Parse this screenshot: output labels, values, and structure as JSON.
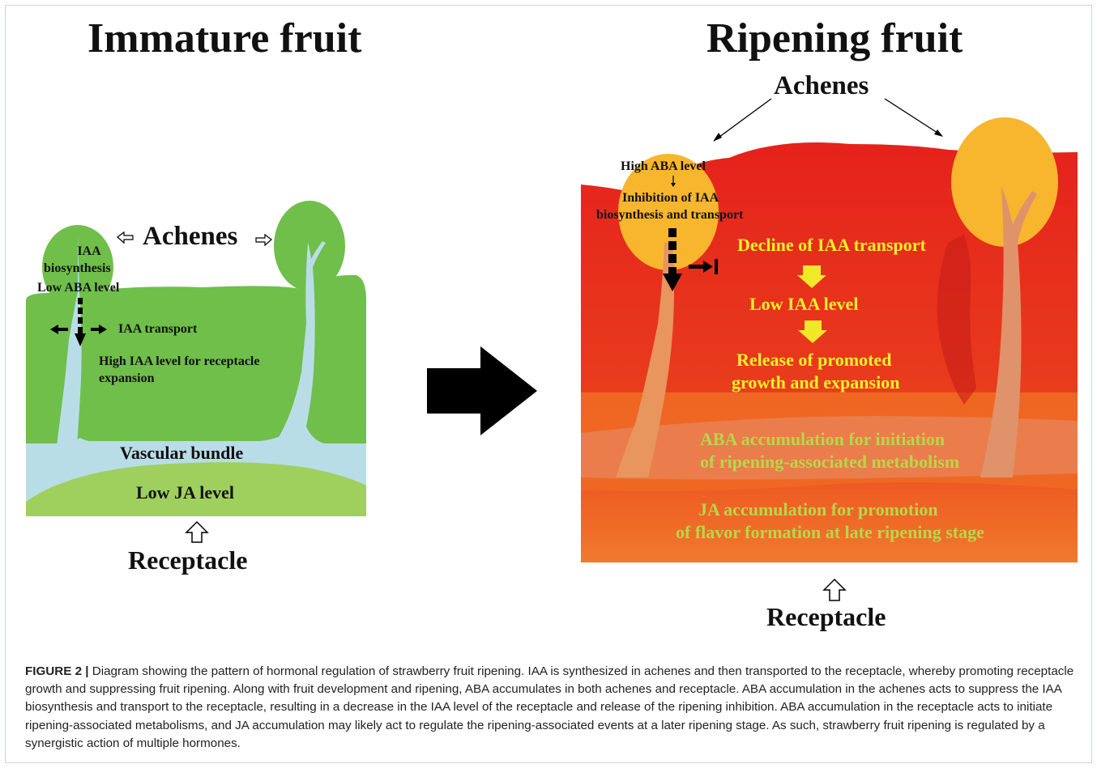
{
  "left_panel": {
    "title": "Immature fruit",
    "achenes": "Achenes",
    "iaa_biosynthesis_1": "IAA",
    "iaa_biosynthesis_2": "biosynthesis",
    "low_aba": "Low ABA level",
    "iaa_transport": "IAA transport",
    "high_iaa_1": "High IAA level for receptacle",
    "high_iaa_2": "expansion",
    "vascular_bundle": "Vascular bundle",
    "low_ja": "Low JA level",
    "receptacle": "Receptacle"
  },
  "right_panel": {
    "title": "Ripening fruit",
    "achenes": "Achenes",
    "high_aba": "High ABA level",
    "inhibition_1": "Inhibition of IAA",
    "inhibition_2": "biosynthesis and transport",
    "decline": "Decline of IAA transport",
    "low_iaa": "Low IAA level",
    "release_1": "Release of promoted",
    "release_2": "growth and expansion",
    "aba_acc_1": "ABA accumulation for initiation",
    "aba_acc_2": "of ripening-associated metabolism",
    "ja_acc_1": "JA accumulation for promotion",
    "ja_acc_2": "of flavor formation at late ripening stage",
    "receptacle": "Receptacle"
  },
  "caption": {
    "label": "FIGURE 2",
    "separator": " | ",
    "text": "Diagram showing the pattern of hormonal regulation of strawberry fruit ripening. IAA is synthesized in achenes and then transported to the receptacle, whereby promoting receptacle growth and suppressing fruit ripening. Along with fruit development and ripening, ABA accumulates in both achenes and receptacle. ABA accumulation in the achenes acts to suppress the IAA biosynthesis and transport to the receptacle, resulting in a decrease in the IAA level of the receptacle and release of the ripening inhibition. ABA accumulation in the receptacle acts to initiate ripening-associated metabolisms, and JA accumulation may likely act to regulate the ripening-associated events at a later ripening stage. As such, strawberry fruit ripening is regulated by a synergistic action of multiple hormones."
  },
  "colors": {
    "leaf_green": "#6fbf4a",
    "light_green": "#9fd05e",
    "vascular_blue": "#b9dde6",
    "red": "#e8251d",
    "orange": "#f2601f",
    "achene_yellow": "#f8b52e",
    "text_yellow": "#f2f02a"
  }
}
